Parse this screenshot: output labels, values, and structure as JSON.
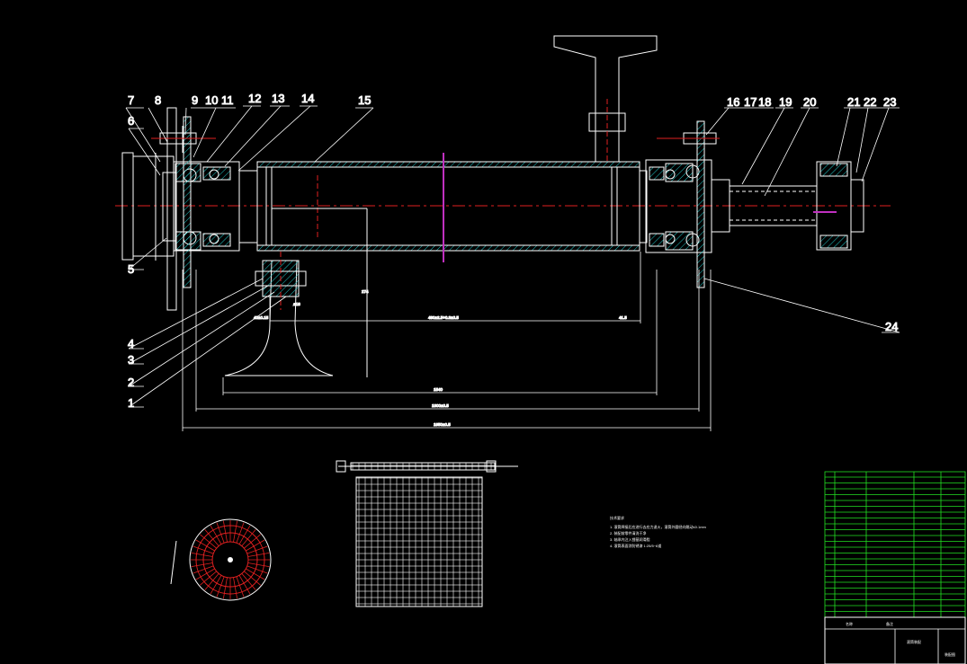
{
  "drawing": {
    "colors": {
      "background": "#000000",
      "outline": "#ffffff",
      "hatch": "#20c8c8",
      "dimension": "#22e022",
      "centerline": "#e02020",
      "accent": "#c030c0"
    },
    "part_numbers": [
      "1",
      "2",
      "3",
      "4",
      "5",
      "6",
      "7",
      "8",
      "9",
      "10",
      "11",
      "12",
      "13",
      "14",
      "15",
      "16",
      "17",
      "18",
      "19",
      "20",
      "21",
      "22",
      "23",
      "24"
    ],
    "dimensions": {
      "d1": "1540",
      "d2": "1800±0.5",
      "d3": "1950±0.5",
      "d4": "40±0.15",
      "d5": "490±2.5+0.8±0.5",
      "d6": "41.5",
      "d7": "274",
      "d8": "ø18"
    }
  },
  "notes": {
    "heading": "技术要求",
    "lines": [
      "1. 滚筒焊接后应进行去应力退火，滚筒外圆径向跳动≤0.1mm",
      "2. 装配前零件清洗干净",
      "3. 轴承内注入锂基润滑脂",
      "4. 滚筒表面涂防锈漆 1:25/5~6道"
    ]
  },
  "title_block": {
    "bottom_labels": [
      "名称",
      "备注"
    ],
    "drawing_title": "滚筒装配",
    "drawing_code": "装配图"
  }
}
